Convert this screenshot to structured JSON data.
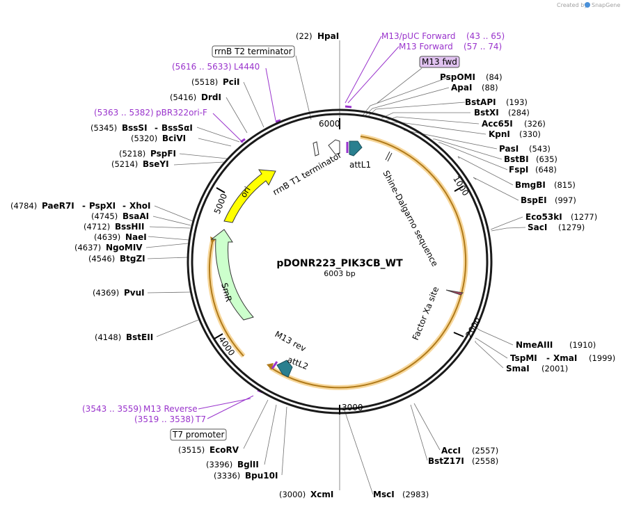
{
  "credit": "Created by",
  "brand": "SnapGene",
  "plasmid": {
    "name": "pDONR223_PIK3CB_WT",
    "length": "6003 bp"
  },
  "ticks": [
    "1000",
    "2000",
    "3000",
    "4000",
    "5000",
    "6000"
  ],
  "features": {
    "rrnB_T1": "rrnB T1 terminator",
    "attL1": "attL1",
    "shine": "Shine-Dalgarno sequence",
    "factorxa": "Factor Xa site",
    "ori": "ori",
    "smr": "SmR",
    "m13rev": "M13 rev",
    "attL2": "attL2"
  },
  "boxed": {
    "rrnB_T2": "rrnB T2 terminator",
    "m13fwd": "M13 fwd",
    "t7promoter": "T7 promoter"
  },
  "primers": {
    "m13puc_name": "M13/pUC Forward",
    "m13puc_range": "(43 .. 65)",
    "m13f_name": "M13 Forward",
    "m13f_range": "(57 .. 74)",
    "l4440_range": "(5616 .. 5633)",
    "l4440_name": "L4440",
    "pbr_range": "(5363 .. 5382)",
    "pbr_name": "pBR322ori-F",
    "m13r_range": "(3543 .. 3559)",
    "m13r_name": "M13 Reverse",
    "t7_range": "(3519 .. 3538)",
    "t7_name": "T7"
  },
  "sites": {
    "hpai_pos": "(22)",
    "hpai": "HpaI",
    "pspomi": "PspOMI",
    "pspomi_pos": "(84)",
    "apai": "ApaI",
    "apai_pos": "(88)",
    "bstapi": "BstAPI",
    "bstapi_pos": "(193)",
    "bstxi": "BstXI",
    "bstxi_pos": "(284)",
    "acc65i": "Acc65I",
    "acc65i_pos": "(326)",
    "kpni": "KpnI",
    "kpni_pos": "(330)",
    "pasi": "PasI",
    "pasi_pos": "(543)",
    "bstbi": "BstBI",
    "bstbi_pos": "(635)",
    "fspi": "FspI",
    "fspi_pos": "(648)",
    "bmgbi": "BmgBI",
    "bmgbi_pos": "(815)",
    "bspei": "BspEI",
    "bspei_pos": "(997)",
    "eco53ki": "Eco53kI",
    "eco53ki_pos": "(1277)",
    "saci": "SacI",
    "saci_pos": "(1279)",
    "nmeaiii": "NmeAIII",
    "nmeaiii_pos": "(1910)",
    "tspmi": "TspMI",
    "dash": "-",
    "xmai": "XmaI",
    "tspmi_pos": "(1999)",
    "smai": "SmaI",
    "smai_pos": "(2001)",
    "acci": "AccI",
    "acci_pos": "(2557)",
    "bstz17i": "BstZ17I",
    "bstz17i_pos": "(2558)",
    "msci": "MscI",
    "msci_pos": "(2983)",
    "xcmi_pos": "(3000)",
    "xcmi": "XcmI",
    "bpu10i_pos": "(3336)",
    "bpu10i": "Bpu10I",
    "bglii_pos": "(3396)",
    "bglii": "BglII",
    "ecorv_pos": "(3515)",
    "ecorv": "EcoRV",
    "bsteii_pos": "(4148)",
    "bsteii": "BstEII",
    "pvui_pos": "(4369)",
    "pvui": "PvuI",
    "btgzi_pos": "(4546)",
    "btgzi": "BtgZI",
    "ngomiv_pos": "(4637)",
    "ngomiv": "NgoMIV",
    "naei_pos": "(4639)",
    "naei": "NaeI",
    "bsshii_pos": "(4712)",
    "bsshii": "BssHII",
    "bsaai_pos": "(4745)",
    "bsaai": "BsaAI",
    "paer7i_pos": "(4784)",
    "paer7i": "PaeR7I",
    "pspxi": "PspXI",
    "xhoi": "XhoI",
    "bseyi_pos": "(5214)",
    "bseyi": "BseYI",
    "pspfi_pos": "(5218)",
    "pspfi": "PspFI",
    "bcivi_pos": "(5320)",
    "bcivi": "BciVI",
    "bsssi_pos": "(5345)",
    "bsssi": "BssSI",
    "bsssai": "BssSαI",
    "drdi_pos": "(5416)",
    "drdi": "DrdI",
    "pcii_pos": "(5518)",
    "pcii": "PciI"
  },
  "colors": {
    "backbone": "#1a1a1a",
    "orf": "#f2b14a",
    "ori": "#ffff00",
    "smr": "#ccffcc",
    "att": "#2a7f8f",
    "primer": "#9933cc",
    "line": "#707070"
  }
}
